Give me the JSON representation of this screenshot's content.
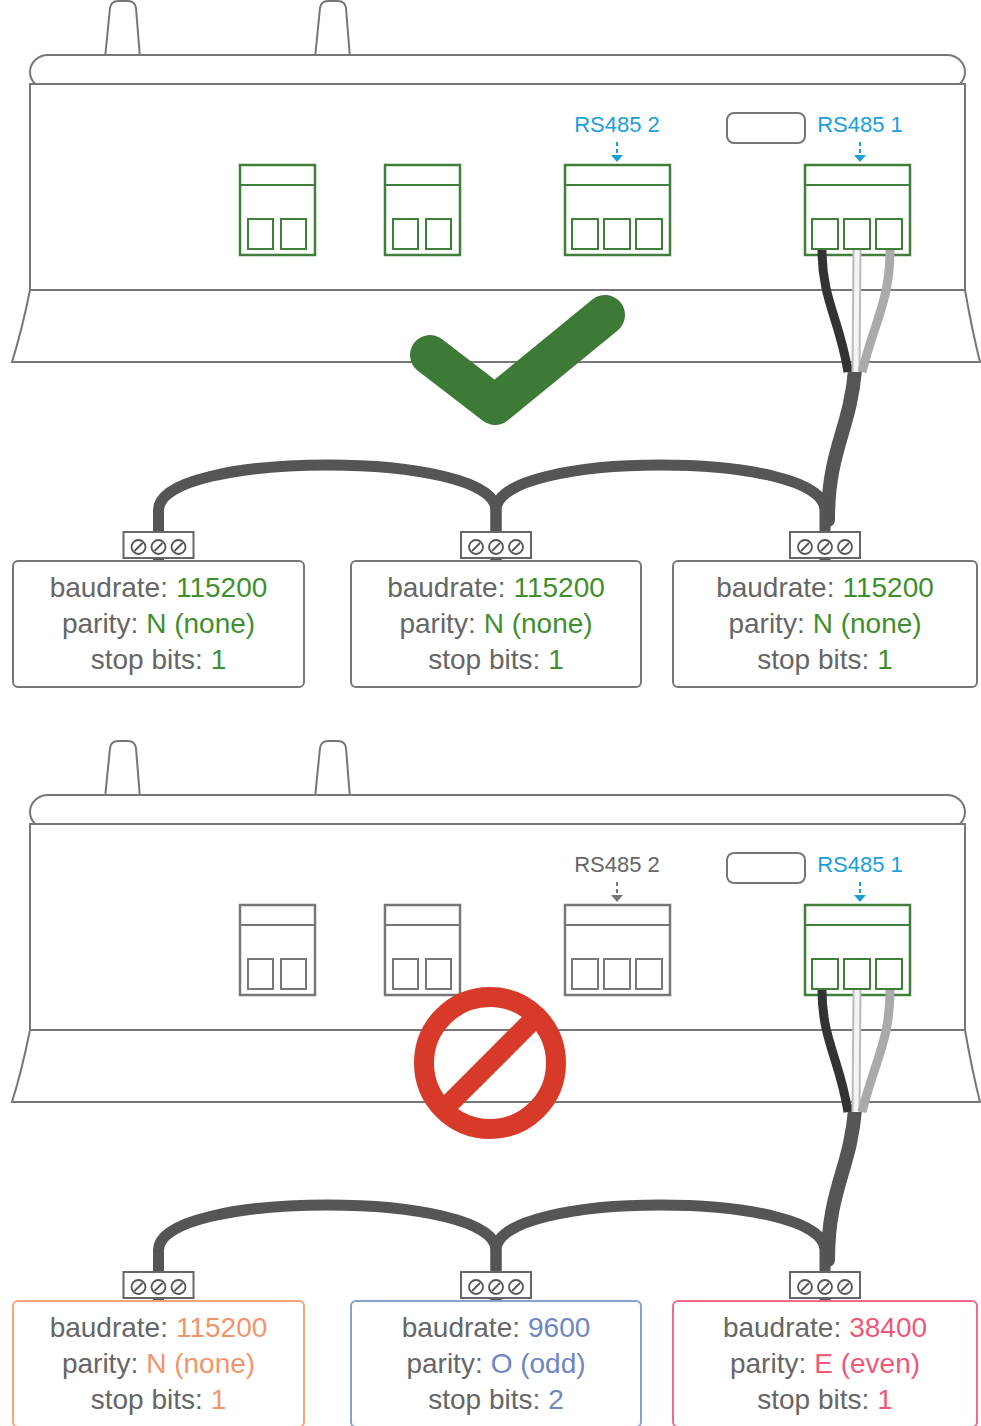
{
  "diagram": {
    "nodes": [
      {
        "text": [
          "baudrate:",
          "115200",
          "parity:",
          "N (none)",
          "stop bits:",
          "1"
        ]
      },
      {
        "text": [
          "baudrate:",
          "115200",
          "parity:",
          "N (none)",
          "stop bits:",
          "1"
        ]
      },
      {
        "text": [
          "baudrate:",
          "115200",
          "parity:",
          "N (none)",
          "stop bits:",
          "1"
        ]
      },
      {
        "text": [
          "baudrate:",
          "115200",
          "parity:",
          "N (none)",
          "stop bits:",
          "1"
        ]
      },
      {
        "text": [
          "baudrate:",
          "9600",
          "parity:",
          "O (odd)",
          "stop bits:",
          "2"
        ]
      },
      {
        "text": [
          "baudrate:",
          "38400",
          "parity:",
          "E (even)",
          "stop bits:",
          "1"
        ]
      }
    ],
    "edges": [
      {
        "from": 0,
        "to": 1,
        "arrow": "none"
      },
      {
        "from": 1,
        "to": 2,
        "arrow": "none"
      },
      {
        "from": 3,
        "to": 4,
        "arrow": "none"
      },
      {
        "from": 4,
        "to": 5,
        "arrow": "none"
      }
    ],
    "labels": [
      "RS485 2",
      "RS485 1",
      "RS485 2",
      "RS485 1"
    ]
  }
}
